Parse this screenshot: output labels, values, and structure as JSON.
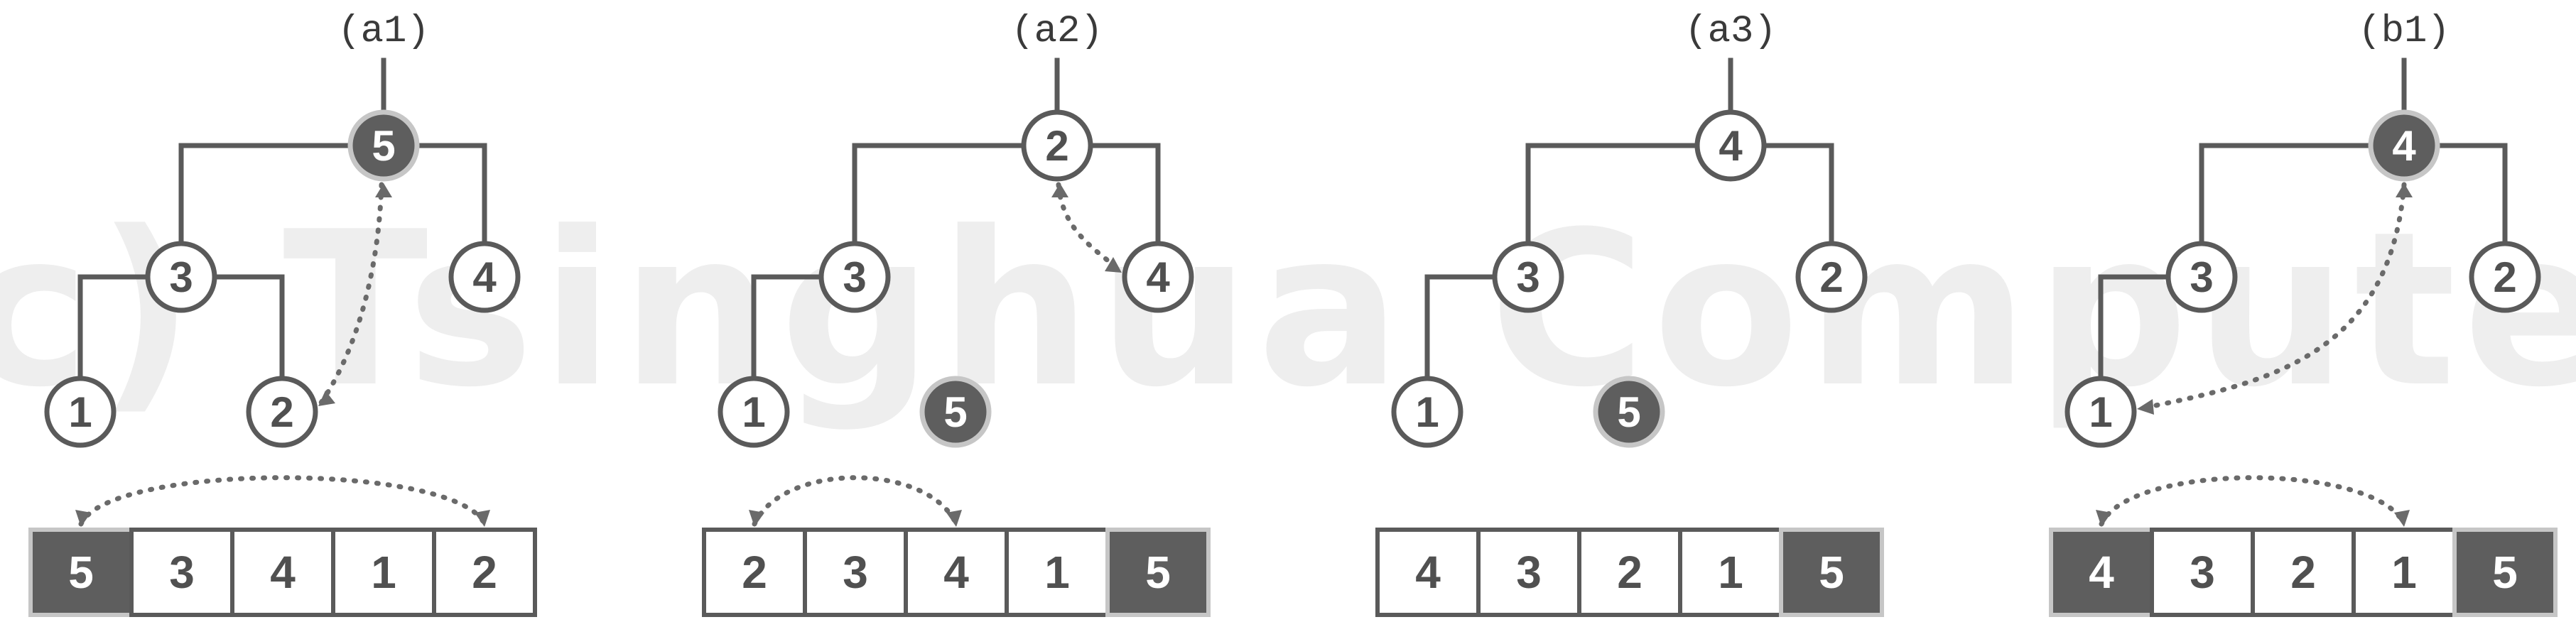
{
  "watermark": "(c) Tsinghua Computer",
  "panels": [
    {
      "caption": "(a1)",
      "nodes": [
        {
          "id": "r",
          "value": "5",
          "style": "dark"
        },
        {
          "id": "l",
          "value": "3",
          "style": "white"
        },
        {
          "id": "rr",
          "value": "4",
          "style": "white"
        },
        {
          "id": "ll",
          "value": "1",
          "style": "white"
        },
        {
          "id": "lr",
          "value": "2",
          "style": "white"
        }
      ],
      "edges": [
        [
          "r",
          "l"
        ],
        [
          "r",
          "rr"
        ],
        [
          "l",
          "ll"
        ],
        [
          "l",
          "lr"
        ]
      ],
      "tree_swap": [
        "r",
        "lr"
      ],
      "array": [
        {
          "value": "5",
          "style": "dark"
        },
        {
          "value": "3",
          "style": "white"
        },
        {
          "value": "4",
          "style": "white"
        },
        {
          "value": "1",
          "style": "white"
        },
        {
          "value": "2",
          "style": "white"
        }
      ],
      "array_swap": [
        0,
        4
      ]
    },
    {
      "caption": "(a2)",
      "nodes": [
        {
          "id": "r",
          "value": "2",
          "style": "white"
        },
        {
          "id": "l",
          "value": "3",
          "style": "white"
        },
        {
          "id": "rr",
          "value": "4",
          "style": "white"
        },
        {
          "id": "ll",
          "value": "1",
          "style": "white"
        },
        {
          "id": "lr",
          "value": "5",
          "style": "dark"
        }
      ],
      "edges": [
        [
          "r",
          "l"
        ],
        [
          "r",
          "rr"
        ],
        [
          "l",
          "ll"
        ]
      ],
      "tree_swap": [
        "r",
        "rr"
      ],
      "array": [
        {
          "value": "2",
          "style": "white"
        },
        {
          "value": "3",
          "style": "white"
        },
        {
          "value": "4",
          "style": "white"
        },
        {
          "value": "1",
          "style": "white"
        },
        {
          "value": "5",
          "style": "dark"
        }
      ],
      "array_swap": [
        0,
        2
      ]
    },
    {
      "caption": "(a3)",
      "nodes": [
        {
          "id": "r",
          "value": "4",
          "style": "white"
        },
        {
          "id": "l",
          "value": "3",
          "style": "white"
        },
        {
          "id": "rr",
          "value": "2",
          "style": "white"
        },
        {
          "id": "ll",
          "value": "1",
          "style": "white"
        },
        {
          "id": "lr",
          "value": "5",
          "style": "dark"
        }
      ],
      "edges": [
        [
          "r",
          "l"
        ],
        [
          "r",
          "rr"
        ],
        [
          "l",
          "ll"
        ]
      ],
      "tree_swap": null,
      "array": [
        {
          "value": "4",
          "style": "white"
        },
        {
          "value": "3",
          "style": "white"
        },
        {
          "value": "2",
          "style": "white"
        },
        {
          "value": "1",
          "style": "white"
        },
        {
          "value": "5",
          "style": "dark"
        }
      ],
      "array_swap": null
    },
    {
      "caption": "(b1)",
      "nodes": [
        {
          "id": "r",
          "value": "4",
          "style": "dark"
        },
        {
          "id": "l",
          "value": "3",
          "style": "white"
        },
        {
          "id": "rr",
          "value": "2",
          "style": "white"
        },
        {
          "id": "ll",
          "value": "1",
          "style": "white"
        }
      ],
      "edges": [
        [
          "r",
          "l"
        ],
        [
          "r",
          "rr"
        ],
        [
          "l",
          "ll"
        ]
      ],
      "tree_swap": [
        "r",
        "ll"
      ],
      "array": [
        {
          "value": "4",
          "style": "dark"
        },
        {
          "value": "3",
          "style": "white"
        },
        {
          "value": "2",
          "style": "white"
        },
        {
          "value": "1",
          "style": "white"
        },
        {
          "value": "5",
          "style": "dark"
        }
      ],
      "array_swap": [
        0,
        3
      ]
    }
  ]
}
